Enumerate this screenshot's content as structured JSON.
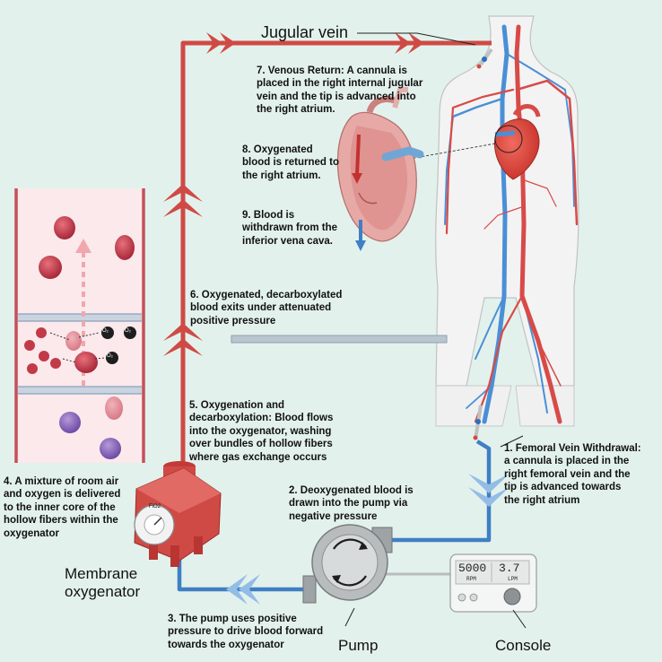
{
  "labels": {
    "jugular": "Jugular vein",
    "step1": "1.  Femoral Vein Withdrawal:\na cannula is placed in the\nright femoral vein and the\ntip is advanced towards\nthe right atrium",
    "step2": "2. Deoxygenated blood is\ndrawn into the pump via\nnegative pressure",
    "step3": "3. The pump uses positive\npressure to drive blood forward\ntowards the oxygenator",
    "step4": "4. A mixture of room air\nand oxygen is delivered\nto the inner core of the\nhollow fibers within  the\noxygenator",
    "step5": "5. Oxygenation and\ndecarboxylation: Blood flows\ninto the oxygenator, washing\nover bundles of hollow fibers\nwhere gas exchange occurs",
    "step6": "6. Oxygenated, decarboxylated\nblood exits under attenuated\npositive pressure",
    "step7": "7. Venous Return: A cannula is\nplaced in the right internal jugular\nvein and the tip is advanced into\nthe right atrium.",
    "step8": "8.  Oxygenated\nblood is returned to\nthe right atrium.",
    "step9": "9. Blood is\nwithdrawn from the\ninferior vena cava.",
    "membrane": "Membrane\noxygenator",
    "pump": "Pump",
    "console": "Console"
  },
  "console": {
    "rpm_value": "5000",
    "rpm_unit": "RPM",
    "lpm_value": "3.7",
    "lpm_unit": "LPM"
  },
  "oxygenator": {
    "dial_label": "FiO2"
  },
  "gas_molecule": "O₂",
  "colors": {
    "background": "#e3f1ec",
    "oxygenated": "#d04a45",
    "deoxygenated": "#3f7fc4",
    "chevron_light_blue": "#93bde6"
  }
}
